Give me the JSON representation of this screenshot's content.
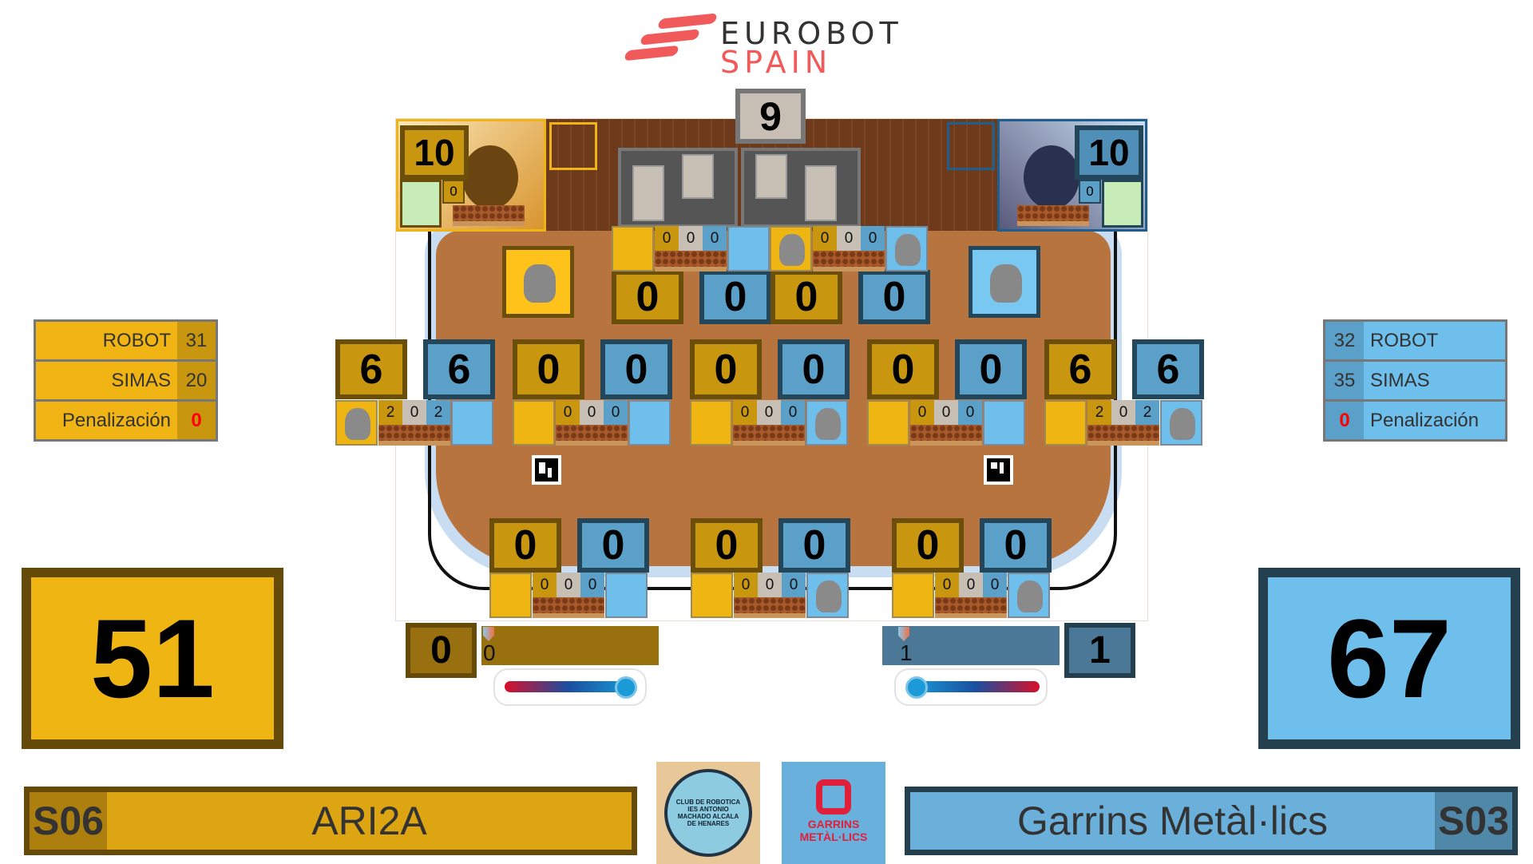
{
  "header": {
    "logo_line1": "EUROBOT",
    "logo_line2": "SPAIN"
  },
  "colors": {
    "yellow": "#efb512",
    "yellow_dark": "#c8960f",
    "blue": "#6ebfeb",
    "blue_dark": "#5ba0c8",
    "penalty": "#ff0000"
  },
  "field": {
    "center_count": "9",
    "yellow_nest": {
      "score": "10",
      "counter": "0"
    },
    "blue_nest": {
      "score": "10",
      "counter": "0"
    },
    "row1": {
      "boxes": [
        "0",
        "0",
        "0",
        "0"
      ],
      "strips": [
        {
          "left": "yellow",
          "counters": [
            "0",
            "0",
            "0"
          ],
          "right": "blue"
        },
        {
          "left": "yellow-squirrel",
          "counters": [
            "0",
            "0",
            "0"
          ],
          "right": "blue-squirrel"
        }
      ]
    },
    "row2": {
      "boxes": [
        "6",
        "6",
        "0",
        "0",
        "0",
        "0",
        "0",
        "0",
        "6",
        "6"
      ],
      "strips": [
        {
          "left": "yellow-squirrel",
          "counters": [
            "2",
            "0",
            "2"
          ],
          "right": "blue"
        },
        {
          "left": "yellow",
          "counters": [
            "0",
            "0",
            "0"
          ],
          "right": "blue"
        },
        {
          "left": "yellow",
          "counters": [
            "0",
            "0",
            "0"
          ],
          "right": "blue-squirrel"
        },
        {
          "left": "yellow",
          "counters": [
            "0",
            "0",
            "0"
          ],
          "right": "blue"
        },
        {
          "left": "yellow",
          "counters": [
            "2",
            "0",
            "2"
          ],
          "right": "blue-squirrel"
        }
      ]
    },
    "row3": {
      "boxes": [
        "0",
        "0",
        "0",
        "0",
        "0",
        "0"
      ],
      "strips": [
        {
          "left": "yellow",
          "counters": [
            "0",
            "0",
            "0"
          ],
          "right": "blue"
        },
        {
          "left": "yellow",
          "counters": [
            "0",
            "0",
            "0"
          ],
          "right": "blue-squirrel"
        },
        {
          "left": "yellow",
          "counters": [
            "0",
            "0",
            "0"
          ],
          "right": "blue-squirrel"
        }
      ]
    }
  },
  "yellow_team": {
    "stats": [
      {
        "label": "ROBOT",
        "value": "31"
      },
      {
        "label": "SIMAS",
        "value": "20"
      },
      {
        "label": "Penalización",
        "value": "0"
      }
    ],
    "total": "51",
    "thermo_box": "0",
    "thermo_value": "0",
    "code": "S06",
    "name": "ARI2A"
  },
  "blue_team": {
    "stats": [
      {
        "label": "ROBOT",
        "value": "32"
      },
      {
        "label": "SIMAS",
        "value": "35"
      },
      {
        "label": "Penalización",
        "value": "0"
      }
    ],
    "total": "67",
    "thermo_box": "1",
    "thermo_value": "1",
    "code": "S03",
    "name": "Garrins Metàl·lics"
  },
  "sponsor_logos": {
    "left": "CLUB DE ROBOTICA IES ANTONIO MACHADO ALCALA DE HENARES",
    "right": "GARRINS METÀL·LICS"
  }
}
